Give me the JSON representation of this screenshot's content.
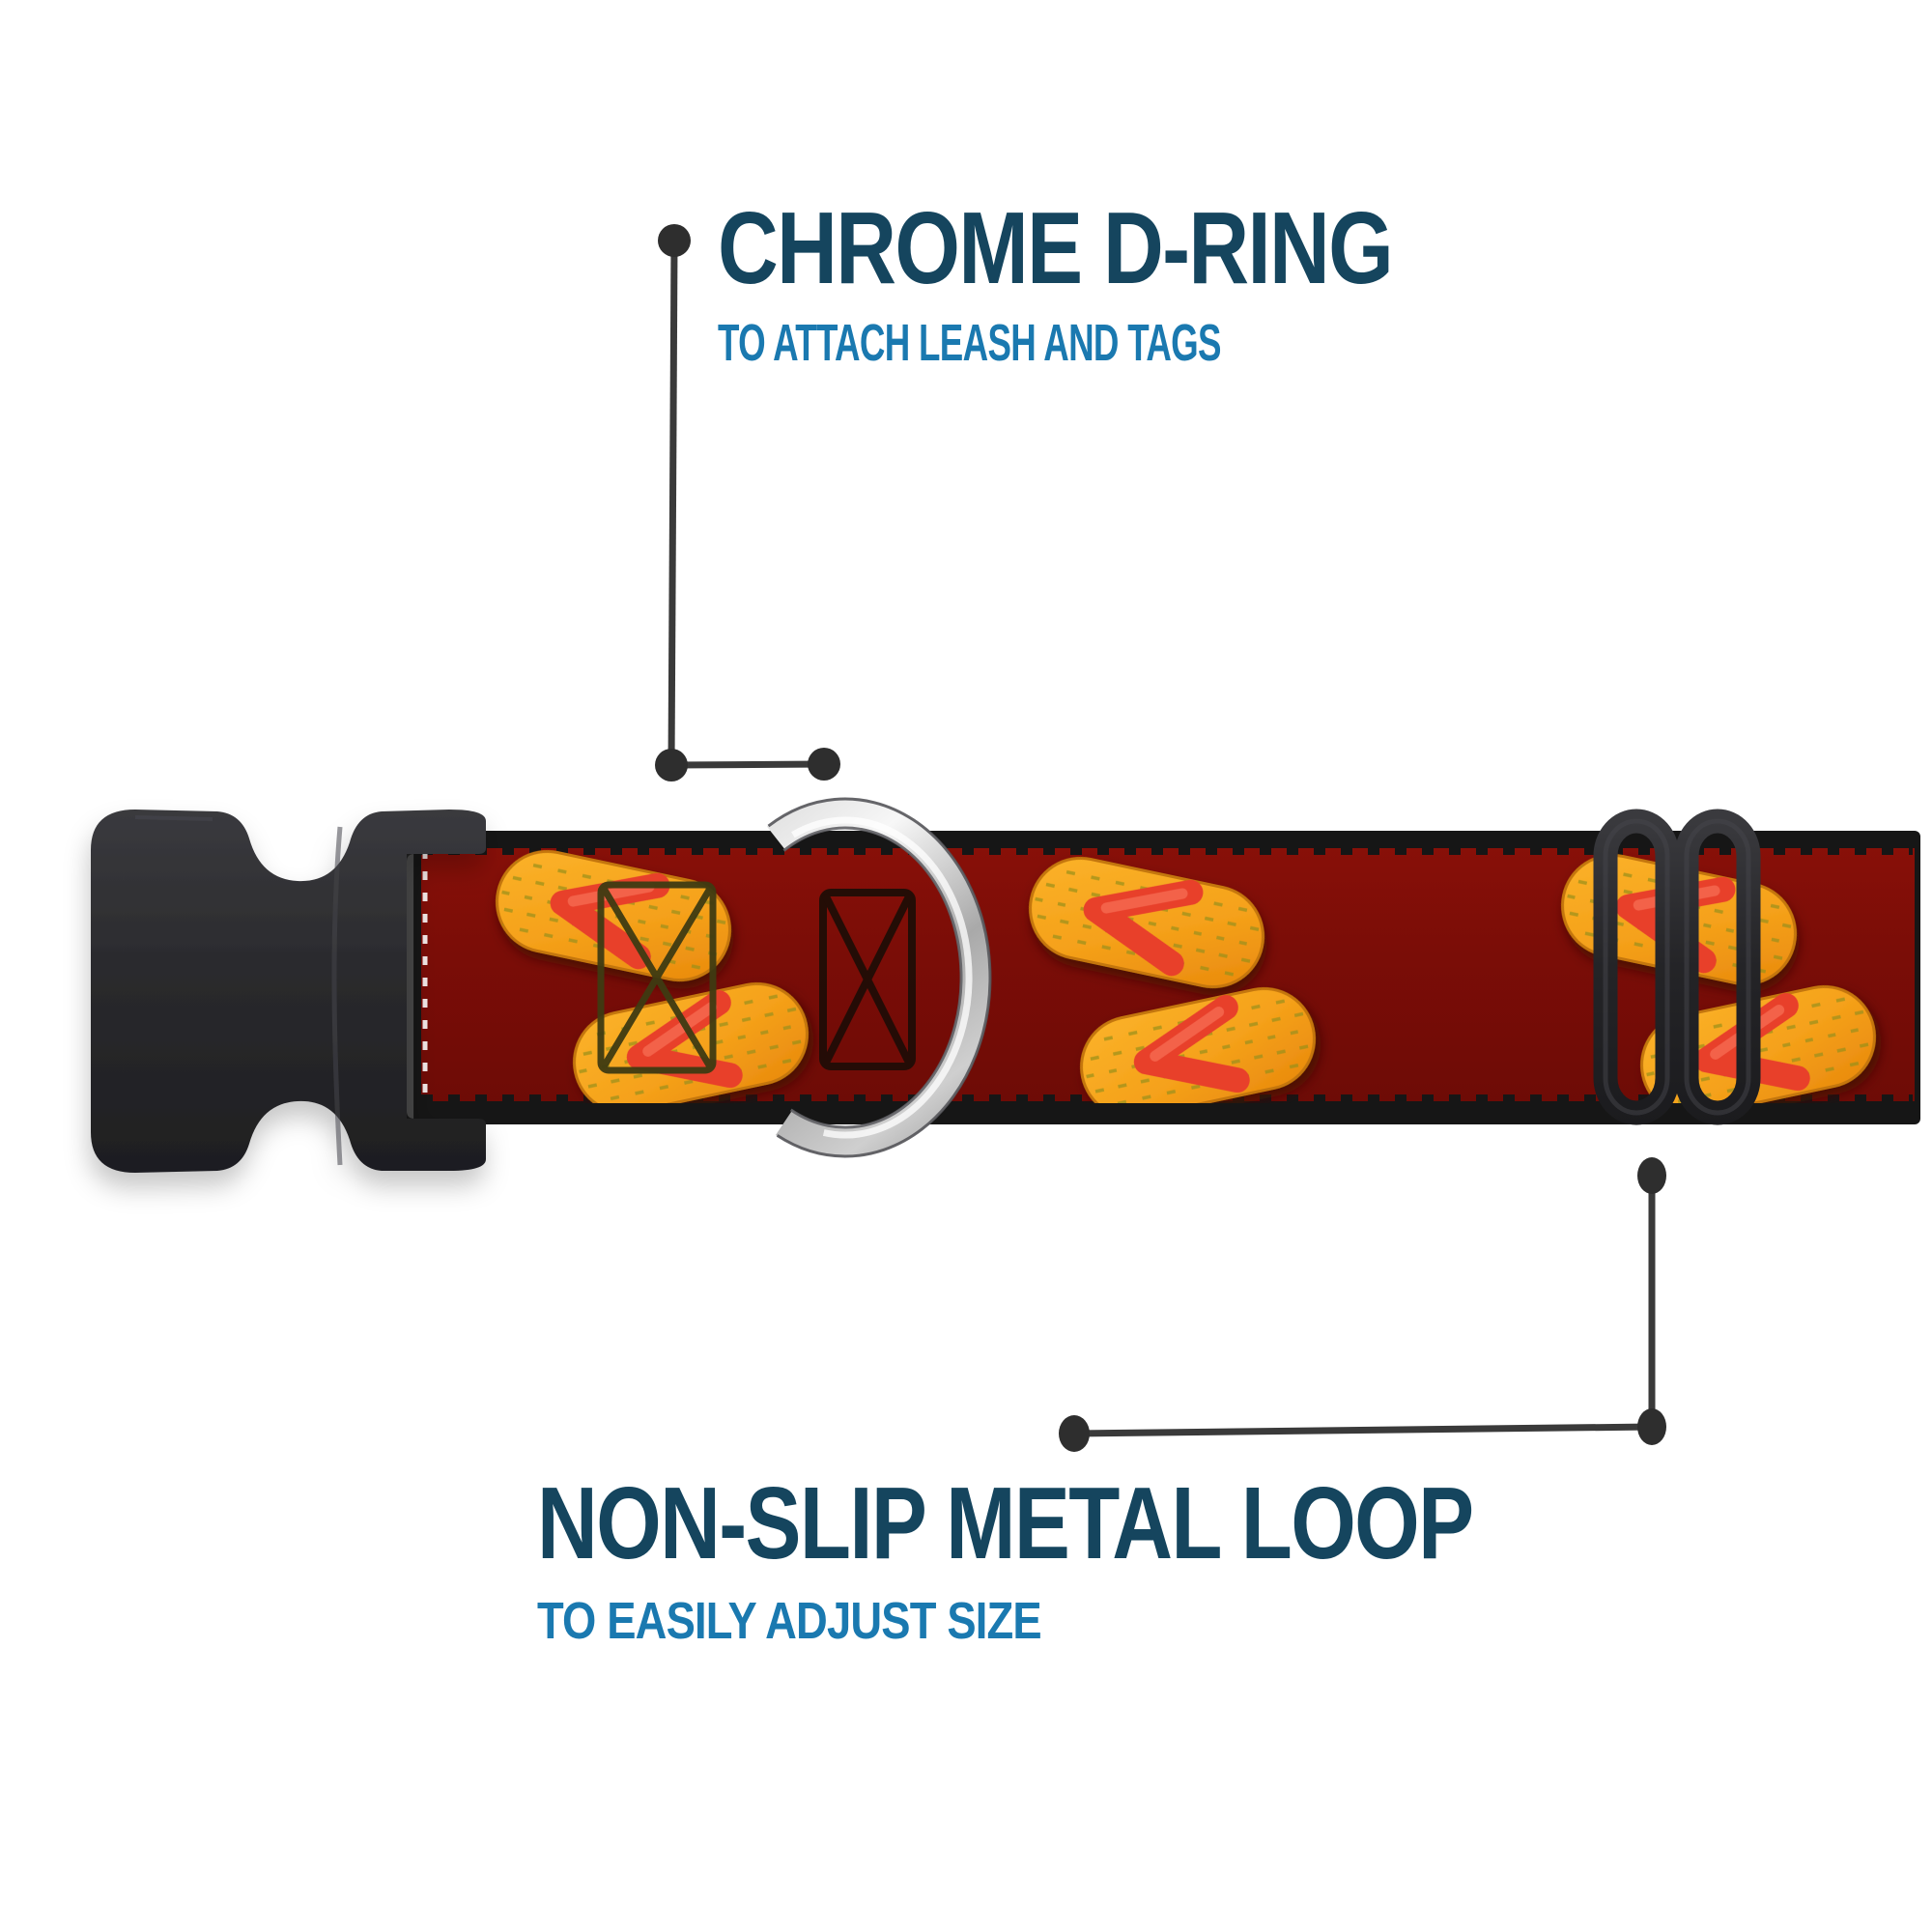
{
  "background": "#FFFFFF",
  "annotations": {
    "d_ring": {
      "title": "CHROME D-RING",
      "subtitle": "TO ATTACH LEASH AND TAGS"
    },
    "metal_loop": {
      "title": "NON-SLIP METAL LOOP",
      "subtitle": "TO EASILY ADJUST SIZE"
    }
  },
  "collar": {
    "parts": [
      {
        "name": "side-release-buckle",
        "color": "#29292C"
      },
      {
        "name": "webbing-strap",
        "pattern": "orange flip-flops on maroon",
        "color": "#7B0D07"
      },
      {
        "name": "chrome-d-ring",
        "color": "#C9C9C9"
      },
      {
        "name": "slider-loop",
        "color": "#242428"
      },
      {
        "name": "stitch-box",
        "count": 2
      }
    ]
  },
  "colors": {
    "title_text": "#15455E",
    "subtitle_text": "#1A79B0",
    "leader_line": "#3A3A3A",
    "leader_dot": "#2E2E2E",
    "strap_maroon": "#7B0D07",
    "sandal_orange": "#F6A31C",
    "sandal_strap_red": "#E8402C",
    "sandal_texture_olive": "#97901D",
    "hardware_black": "#29292C",
    "chrome_silver": "#C9C9C9",
    "stitch_olive": "#3F3B12"
  }
}
